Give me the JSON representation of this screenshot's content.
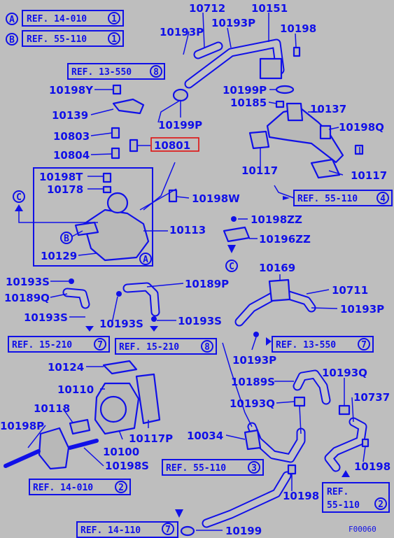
{
  "refs": [
    {
      "code": "REF. 14-010",
      "num": "1"
    },
    {
      "code": "REF. 55-110",
      "num": "1"
    },
    {
      "code": "REF. 13-550",
      "num": "8"
    },
    {
      "code": "REF. 55-110",
      "num": "4"
    },
    {
      "code": "REF. 15-210",
      "num": "7"
    },
    {
      "code": "REF. 15-210",
      "num": "8"
    },
    {
      "code": "REF. 13-550",
      "num": "7"
    },
    {
      "code": "REF. 55-110",
      "num": "3"
    },
    {
      "code": "REF. 14-010",
      "num": "2"
    },
    {
      "code": "REF.",
      "num": ""
    },
    {
      "code": "55-110",
      "num": "2"
    },
    {
      "code": "REF. 14-110",
      "num": "7"
    }
  ],
  "keys": [
    "A",
    "B"
  ],
  "markers": [
    "C",
    "B",
    "A",
    "C"
  ],
  "parts": [
    "10712",
    "10151",
    "10193P",
    "10193P",
    "10198",
    "10198Y",
    "10139",
    "10199P",
    "10199P",
    "10185",
    "10137",
    "10198Q",
    "10803",
    "10804",
    "10801",
    "10117",
    "10117",
    "10198T",
    "10178",
    "10198W",
    "10113",
    "10198ZZ",
    "10196ZZ",
    "10129",
    "10169",
    "10711",
    "10193P",
    "10193S",
    "10189Q",
    "10193S",
    "10193S",
    "10193S",
    "10189P",
    "10193P",
    "10124",
    "10110",
    "10118",
    "10198P",
    "10117P",
    "10100",
    "10198S",
    "10189S",
    "10193Q",
    "10193Q",
    "10737",
    "10034",
    "10198",
    "10198",
    "10199"
  ],
  "diagram_code": "F00060",
  "highlight_color": "#e01010",
  "ink_color": "#1010e8"
}
